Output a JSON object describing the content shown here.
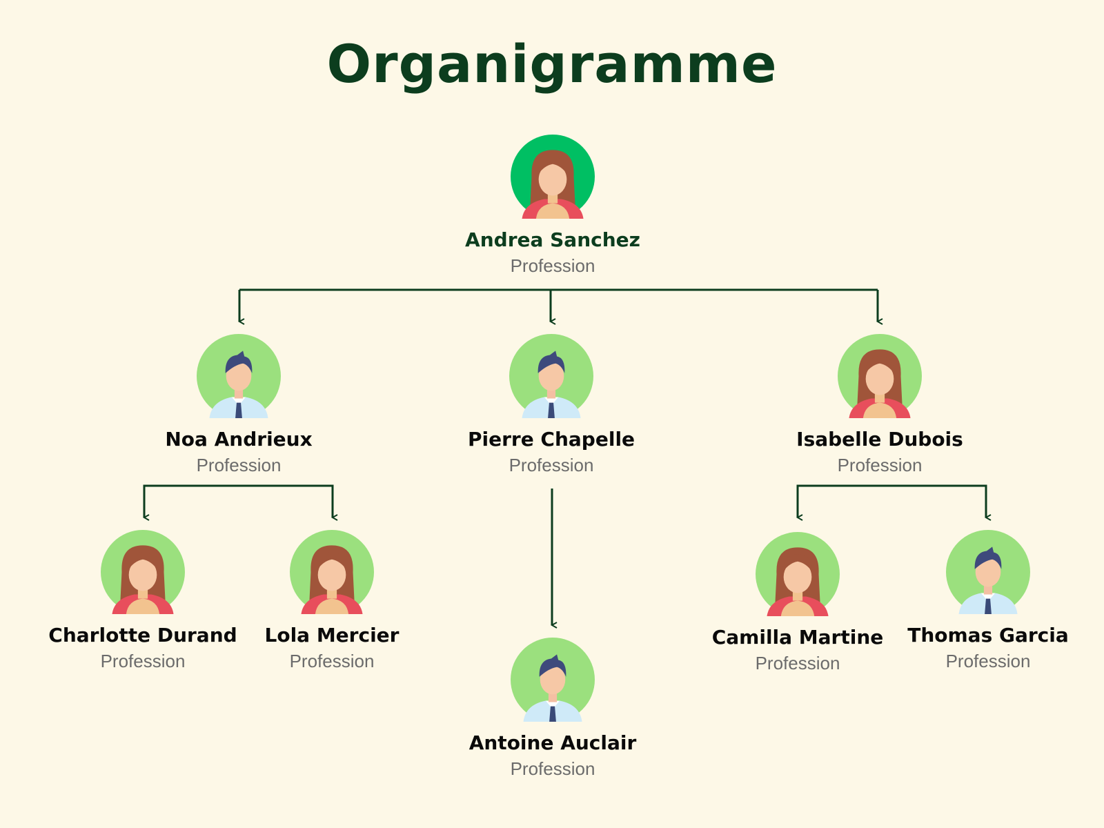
{
  "title": "Organigramme",
  "colors": {
    "background": "#FDF8E7",
    "connector": "#0C3D1E",
    "root_circle": "#00BF63",
    "member_circle": "#9BE07E",
    "title": "#0C3D1E"
  },
  "people": {
    "andrea": {
      "name": "Andrea Sanchez",
      "role": "Profession",
      "icon": "woman-avatar-icon"
    },
    "noa": {
      "name": "Noa Andrieux",
      "role": "Profession",
      "icon": "man-avatar-icon"
    },
    "pierre": {
      "name": "Pierre Chapelle",
      "role": "Profession",
      "icon": "man-avatar-icon"
    },
    "isabelle": {
      "name": "Isabelle Dubois",
      "role": "Profession",
      "icon": "woman-avatar-icon"
    },
    "charlotte": {
      "name": "Charlotte Durand",
      "role": "Profession",
      "icon": "woman-avatar-icon"
    },
    "lola": {
      "name": "Lola Mercier",
      "role": "Profession",
      "icon": "woman-avatar-icon"
    },
    "antoine": {
      "name": "Antoine Auclair",
      "role": "Profession",
      "icon": "man-avatar-icon"
    },
    "camilla": {
      "name": "Camilla Martine",
      "role": "Profession",
      "icon": "woman-avatar-icon"
    },
    "thomas": {
      "name": "Thomas Garcia",
      "role": "Profession",
      "icon": "man-avatar-icon"
    }
  },
  "hierarchy": {
    "andrea": [
      "noa",
      "pierre",
      "isabelle"
    ],
    "noa": [
      "charlotte",
      "lola"
    ],
    "pierre": [
      "antoine"
    ],
    "isabelle": [
      "camilla",
      "thomas"
    ]
  }
}
